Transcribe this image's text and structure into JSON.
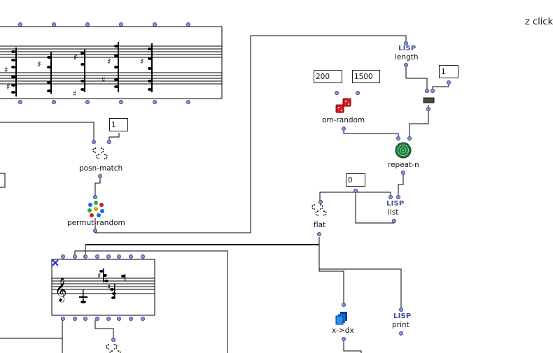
{
  "patch": {
    "hint_text": "z click",
    "boxes": {
      "length": {
        "tag": "LISP",
        "label": "length"
      },
      "om_random": {
        "label": "om-random"
      },
      "repeat_n": {
        "label": "repeat-n"
      },
      "posn_match": {
        "label": "posn-match"
      },
      "permut_random": {
        "label": "permut-random"
      },
      "flat": {
        "label": "flat"
      },
      "list": {
        "tag": "LISP",
        "label": "list"
      },
      "x_dx": {
        "label": "x->dx"
      },
      "print": {
        "tag": "LISP",
        "label": "print"
      }
    },
    "numboxes": {
      "posn_n": "1",
      "random_min": "200",
      "random_max": "1500",
      "repeat_count": "1",
      "list_arg": "0"
    }
  },
  "colors": {
    "inlet_fill": "#8f95dd",
    "inlet_border": "#3c3f8a",
    "lisp_tag": "#3d4f9a",
    "dice_red": "#d42020",
    "spiral_green": "#1f7a3a",
    "xdx_blue": "#1e88e5"
  },
  "icons": [
    "lisp-icon",
    "dice-icon",
    "spiral-icon",
    "bracket-icon",
    "dots-icon",
    "pages-icon",
    "treble-clef-icon",
    "close-x-icon",
    "slot-icon"
  ]
}
